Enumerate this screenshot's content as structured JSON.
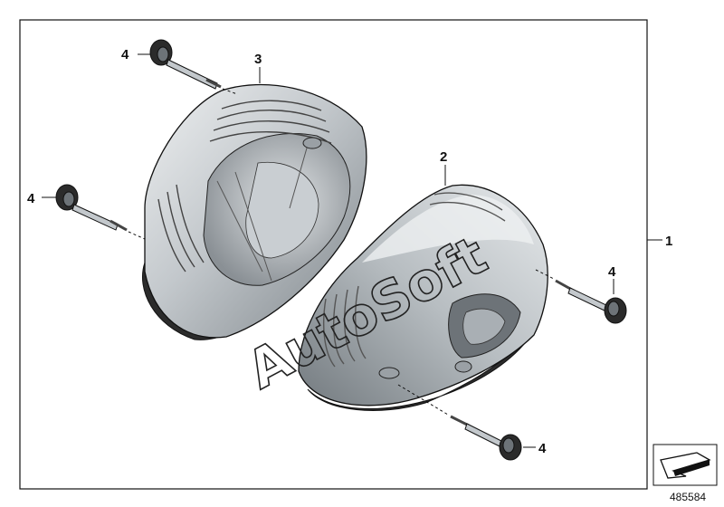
{
  "diagram": {
    "id_number": "485584",
    "watermark": "AutoSoft",
    "callouts": {
      "assembly": "1",
      "left_cover_right": "2",
      "cover_left": "3",
      "bolt_top_left": "4",
      "bolt_mid_left": "4",
      "bolt_right": "4",
      "bolt_bottom": "4"
    },
    "colors": {
      "metal_light": "#d8dcdf",
      "metal_mid": "#a9afb4",
      "metal_dark": "#6d7378",
      "gasket": "#2b2b2b",
      "line": "#111111"
    }
  }
}
